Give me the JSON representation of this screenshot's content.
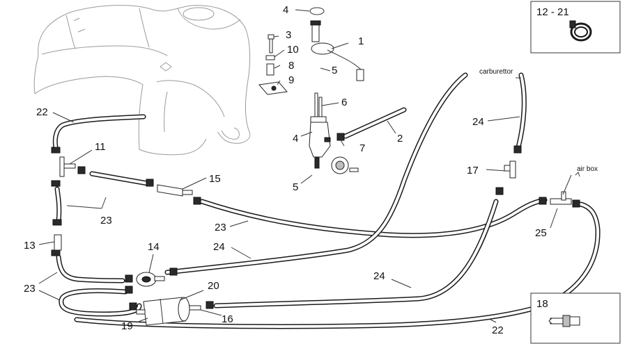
{
  "callouts": {
    "c1": "1",
    "c2": "2",
    "c3": "3",
    "c4a": "4",
    "c4b": "4",
    "c5a": "5",
    "c5b": "5",
    "c6": "6",
    "c7": "7",
    "c8": "8",
    "c9": "9",
    "c10": "10",
    "c11": "11",
    "c13": "13",
    "c14": "14",
    "c15": "15",
    "c16": "16",
    "c17": "17",
    "c19": "19",
    "c20": "20",
    "c22a": "22",
    "c22b": "22",
    "c23a": "23",
    "c23b": "23",
    "c23c": "23",
    "c24a": "24",
    "c24b": "24",
    "c24c": "24",
    "c25": "25"
  },
  "insets": {
    "clamp_range": "12 - 21",
    "fitting_ref": "18"
  },
  "annotations": {
    "carburettor": "carburettor",
    "air_box": "air box"
  },
  "icons": [
    "fuel-tank-outline",
    "fuel-tap",
    "fuel-filter",
    "hose-clamp",
    "vent-valve",
    "hose-fitting",
    "fuel-pump"
  ]
}
